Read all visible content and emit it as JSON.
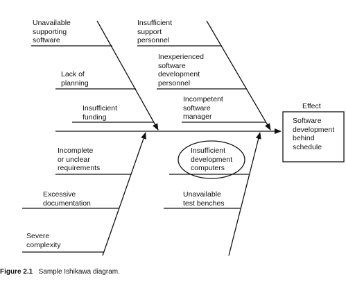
{
  "diagram": {
    "causes": {
      "unavailable_supporting_software": "Unavailable\nsupporting\nsoftware",
      "lack_of_planning": "Lack of\nplanning",
      "insufficient_funding": "Insufficient\nfunding",
      "insufficient_support_personnel": "Insufficient\nsupport\npersonnel",
      "inexperienced_personnel": "Inexperienced\nsoftware\ndevelopment\npersonnel",
      "incompetent_manager": "Incompetent\nsoftware\nmanager",
      "incomplete_requirements": "Incomplete\nor unclear\nrequirements",
      "excessive_documentation": "Excessive\ndocumentation",
      "severe_complexity": "Severe\ncomplexity",
      "insufficient_computers": "Insufficient\ndevelopment\ncomputers",
      "unavailable_test_benches": "Unavailable\ntest benches"
    },
    "effect": {
      "heading": "Effect",
      "text": "Software\ndevelopment\nbehind\nschedule"
    }
  },
  "caption": {
    "label": "Figure 2.1",
    "text": "Sample Ishikawa diagram."
  }
}
